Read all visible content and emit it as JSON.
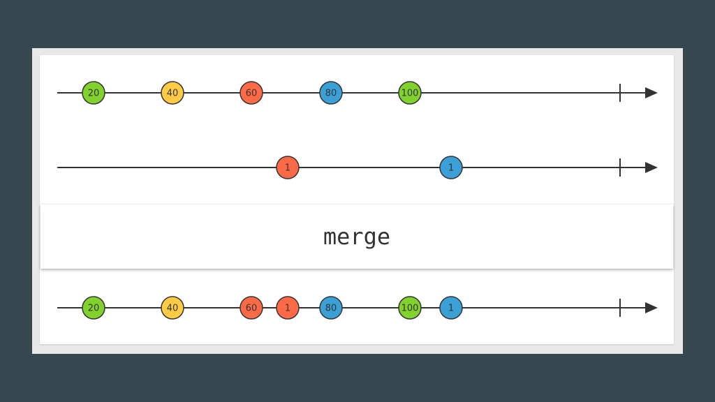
{
  "operator": {
    "label": "merge"
  },
  "colors": {
    "green": "#82d22e",
    "yellow": "#ffcb45",
    "orange": "#ff6a46",
    "blue": "#3aa0d6",
    "line": "#333333",
    "outline": "#333333"
  },
  "streams": [
    {
      "name": "input-stream-1",
      "marbles": [
        {
          "label": "20",
          "color": "green"
        },
        {
          "label": "40",
          "color": "yellow"
        },
        {
          "label": "60",
          "color": "orange"
        },
        {
          "label": "80",
          "color": "blue"
        },
        {
          "label": "100",
          "color": "green"
        }
      ],
      "completed": true
    },
    {
      "name": "input-stream-2",
      "marbles": [
        {
          "label": "1",
          "color": "orange"
        },
        {
          "label": "1",
          "color": "blue"
        }
      ],
      "completed": true
    },
    {
      "name": "output-stream",
      "marbles": [
        {
          "label": "20",
          "color": "green"
        },
        {
          "label": "40",
          "color": "yellow"
        },
        {
          "label": "60",
          "color": "orange"
        },
        {
          "label": "1",
          "color": "orange"
        },
        {
          "label": "80",
          "color": "blue"
        },
        {
          "label": "100",
          "color": "green"
        },
        {
          "label": "1",
          "color": "blue"
        }
      ],
      "completed": true
    }
  ]
}
